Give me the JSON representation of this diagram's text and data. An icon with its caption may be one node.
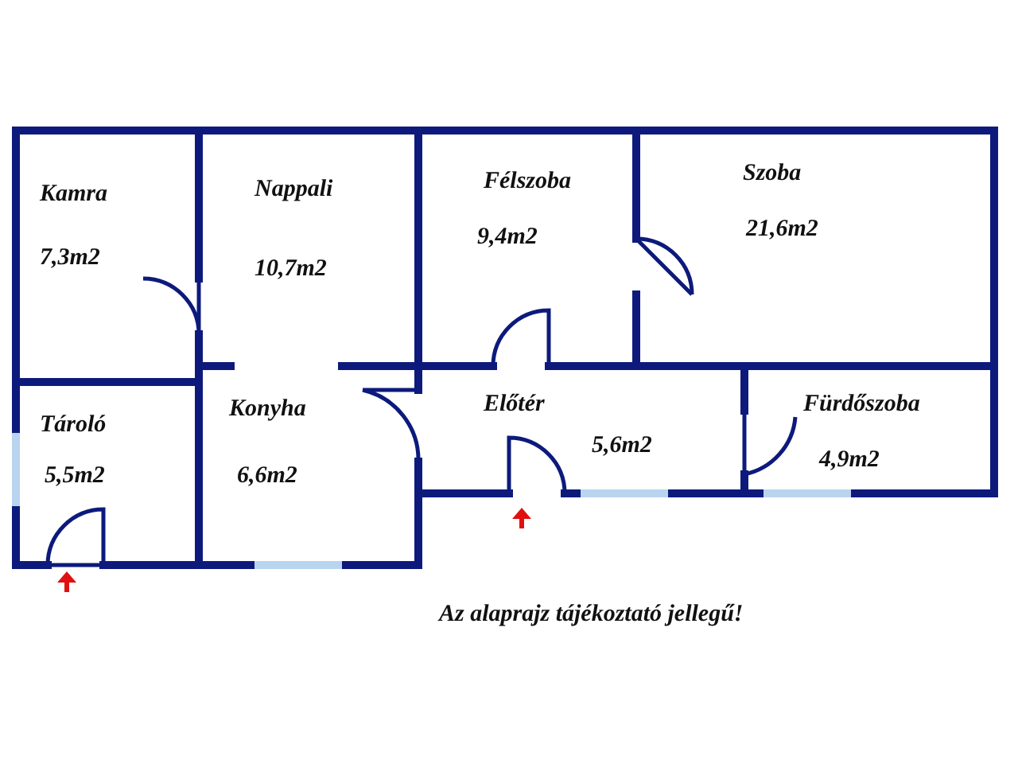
{
  "diagram": {
    "nodes": [
      {
        "text": [
          "Kamra",
          "7,3m2"
        ]
      },
      {
        "text": [
          "Nappali",
          "10,7m2"
        ]
      },
      {
        "text": [
          "Félszoba",
          "9,4m2"
        ]
      },
      {
        "text": [
          "Szoba",
          "21,6m2"
        ]
      },
      {
        "text": [
          "Tároló",
          "5,5m2"
        ]
      },
      {
        "text": [
          "Konyha",
          "6,6m2"
        ]
      },
      {
        "text": [
          "Előtér",
          "5,6m2"
        ]
      },
      {
        "text": [
          "Fürdőszoba",
          "4,9m2"
        ]
      }
    ],
    "labels": [
      "Az alaprajz tájékoztató jellegű!"
    ]
  }
}
